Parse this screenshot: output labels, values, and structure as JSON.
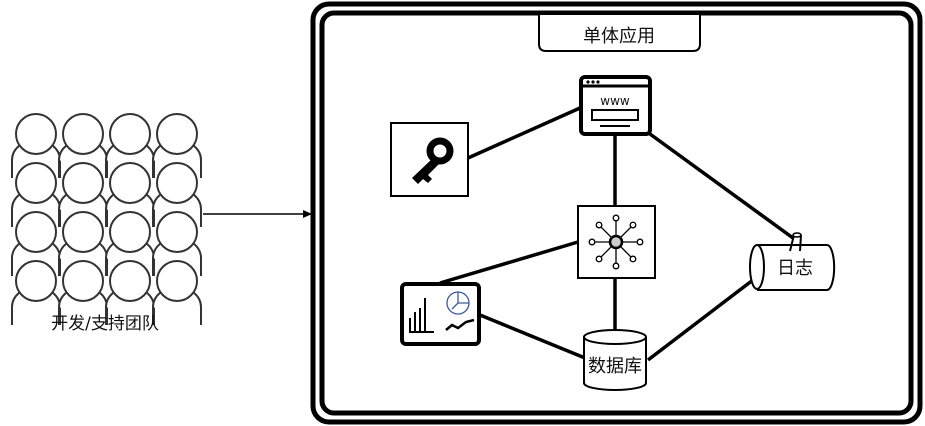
{
  "team": {
    "label": "开发/支持团队"
  },
  "app": {
    "title": "单体应用"
  },
  "nodes": {
    "browser": "www",
    "database": "数据库",
    "log": "日志"
  },
  "icons": [
    "people-icon",
    "key-icon",
    "browser-icon",
    "network-hub-icon",
    "dashboard-icon",
    "database-icon",
    "log-pipe-icon"
  ],
  "colors": {
    "stroke": "#000000",
    "pie": "#3a5a9a",
    "hub": "#cccccc"
  }
}
